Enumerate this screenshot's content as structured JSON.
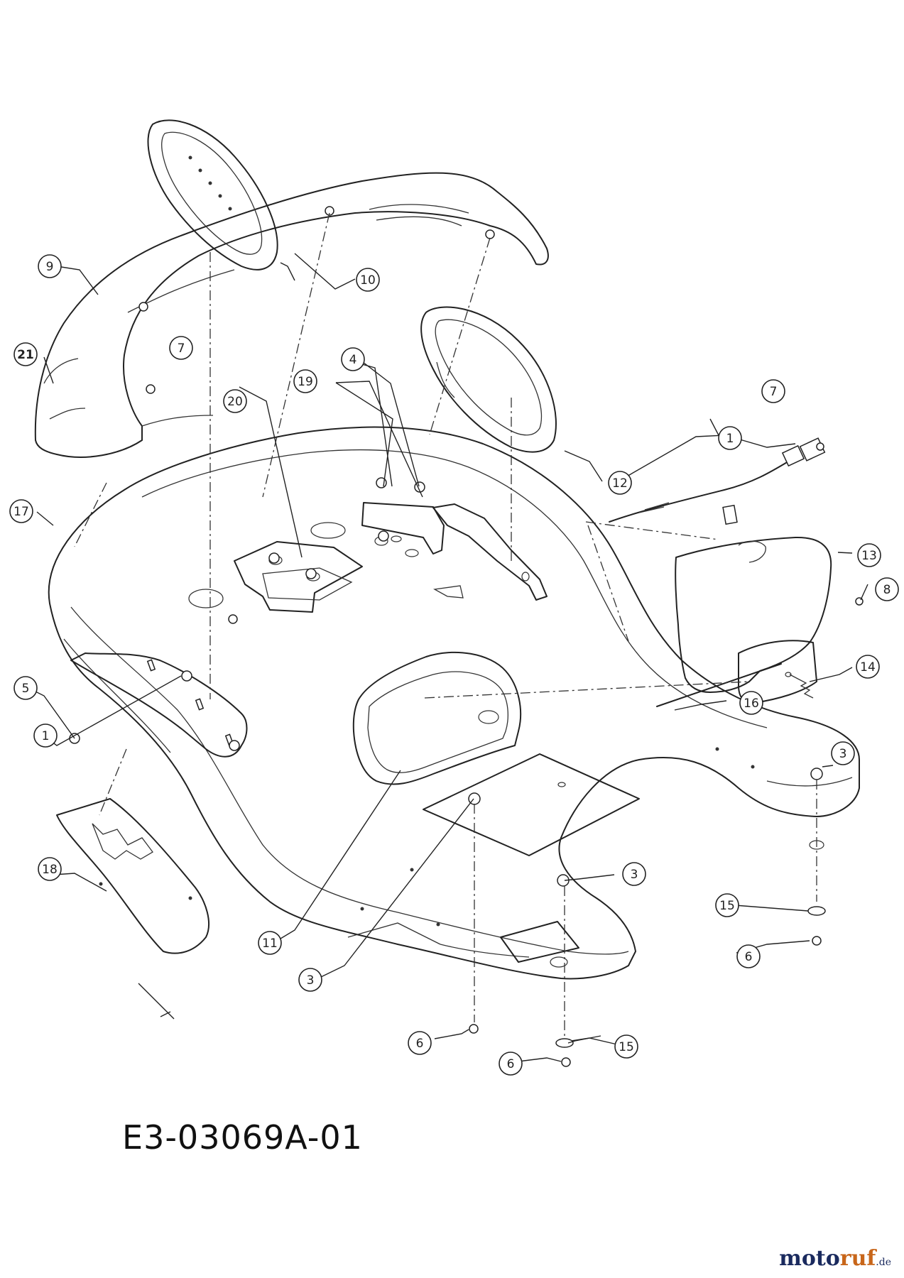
{
  "drawing": {
    "number": "E3-03069A-01",
    "watermark": {
      "brand_prefix": "moto",
      "brand_accent": "ruf",
      "tld": ".de"
    }
  },
  "callouts": [
    {
      "id": "c1a",
      "label": "1"
    },
    {
      "id": "c1b",
      "label": "1"
    },
    {
      "id": "c3a",
      "label": "3"
    },
    {
      "id": "c3b",
      "label": "3"
    },
    {
      "id": "c3c",
      "label": "3"
    },
    {
      "id": "c4",
      "label": "4"
    },
    {
      "id": "c5",
      "label": "5"
    },
    {
      "id": "c6a",
      "label": "6"
    },
    {
      "id": "c6b",
      "label": "6"
    },
    {
      "id": "c6c",
      "label": "6"
    },
    {
      "id": "c7a",
      "label": "7"
    },
    {
      "id": "c7b",
      "label": "7"
    },
    {
      "id": "c8",
      "label": "8"
    },
    {
      "id": "c9",
      "label": "9"
    },
    {
      "id": "c10",
      "label": "10"
    },
    {
      "id": "c11",
      "label": "11"
    },
    {
      "id": "c12",
      "label": "12"
    },
    {
      "id": "c13",
      "label": "13"
    },
    {
      "id": "c14",
      "label": "14"
    },
    {
      "id": "c15a",
      "label": "15"
    },
    {
      "id": "c15b",
      "label": "15"
    },
    {
      "id": "c16",
      "label": "16"
    },
    {
      "id": "c17",
      "label": "17"
    },
    {
      "id": "c18",
      "label": "18"
    },
    {
      "id": "c19",
      "label": "19"
    },
    {
      "id": "c20",
      "label": "20"
    },
    {
      "id": "c21",
      "label": "21"
    }
  ]
}
